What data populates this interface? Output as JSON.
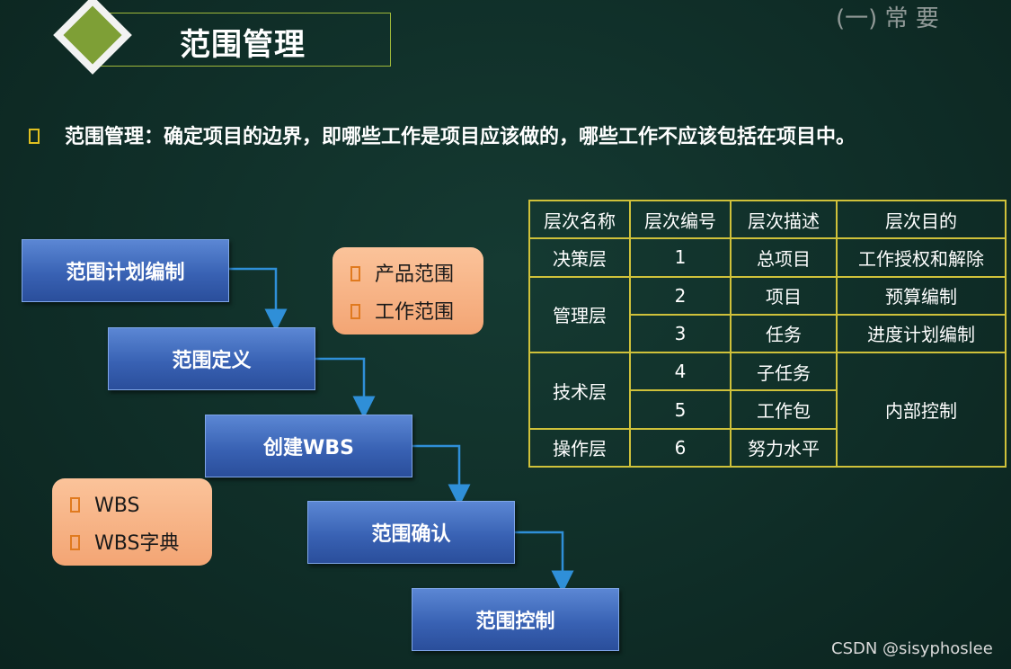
{
  "title": "范围管理",
  "deco_corner": "(一) 常 要",
  "definition": "范围管理：确定项目的边界，即哪些工作是项目应该做的，哪些工作不应该包括在项目中。",
  "steps": [
    "范围计划编制",
    "范围定义",
    "创建WBS",
    "范围确认",
    "范围控制"
  ],
  "notes": {
    "scope": [
      "产品范围",
      "工作范围"
    ],
    "wbs": [
      "WBS",
      "WBS字典"
    ]
  },
  "table": {
    "headers": [
      "层次名称",
      "层次编号",
      "层次描述",
      "层次目的"
    ],
    "rows": [
      {
        "level": "决策层",
        "number": "1",
        "desc": "总项目",
        "purpose": "工作授权和解除"
      },
      {
        "level": "管理层",
        "number": "2",
        "desc": "项目",
        "purpose": "预算编制"
      },
      {
        "level": "",
        "number": "3",
        "desc": "任务",
        "purpose": "进度计划编制"
      },
      {
        "level": "技术层",
        "number": "4",
        "desc": "子任务",
        "purpose": "内部控制"
      },
      {
        "level": "",
        "number": "5",
        "desc": "工作包",
        "purpose": ""
      },
      {
        "level": "操作层",
        "number": "6",
        "desc": "努力水平",
        "purpose": ""
      }
    ]
  },
  "watermark": "CSDN @sisyphoslee",
  "colors": {
    "background": "#0f2d27",
    "accent_green": "#7e9f36",
    "table_border": "#cfc13a",
    "step_blue": "#3962b4",
    "note_orange": "#f3a574"
  }
}
